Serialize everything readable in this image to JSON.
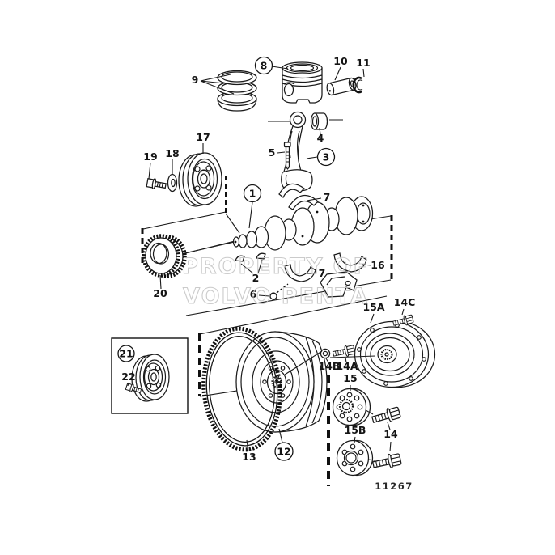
{
  "figure": {
    "drawing_number": "11267",
    "watermark_line1": "PROPERTY OF",
    "watermark_line2": "VOLVO PENTA"
  },
  "labels": {
    "n1": "1",
    "n2": "2",
    "n3": "3",
    "n4": "4",
    "n5": "5",
    "n6": "6",
    "n7a": "7",
    "n7b": "7",
    "n8": "8",
    "n9": "9",
    "n10": "10",
    "n11": "11",
    "n12": "12",
    "n13": "13",
    "n14": "14",
    "n14a": "14A",
    "n14b": "14B",
    "n14c": "14C",
    "n15": "15",
    "n15a": "15A",
    "n15b": "15B",
    "n16": "16",
    "n17": "17",
    "n18": "18",
    "n19": "19",
    "n20": "20",
    "n21": "21",
    "n22": "22"
  }
}
